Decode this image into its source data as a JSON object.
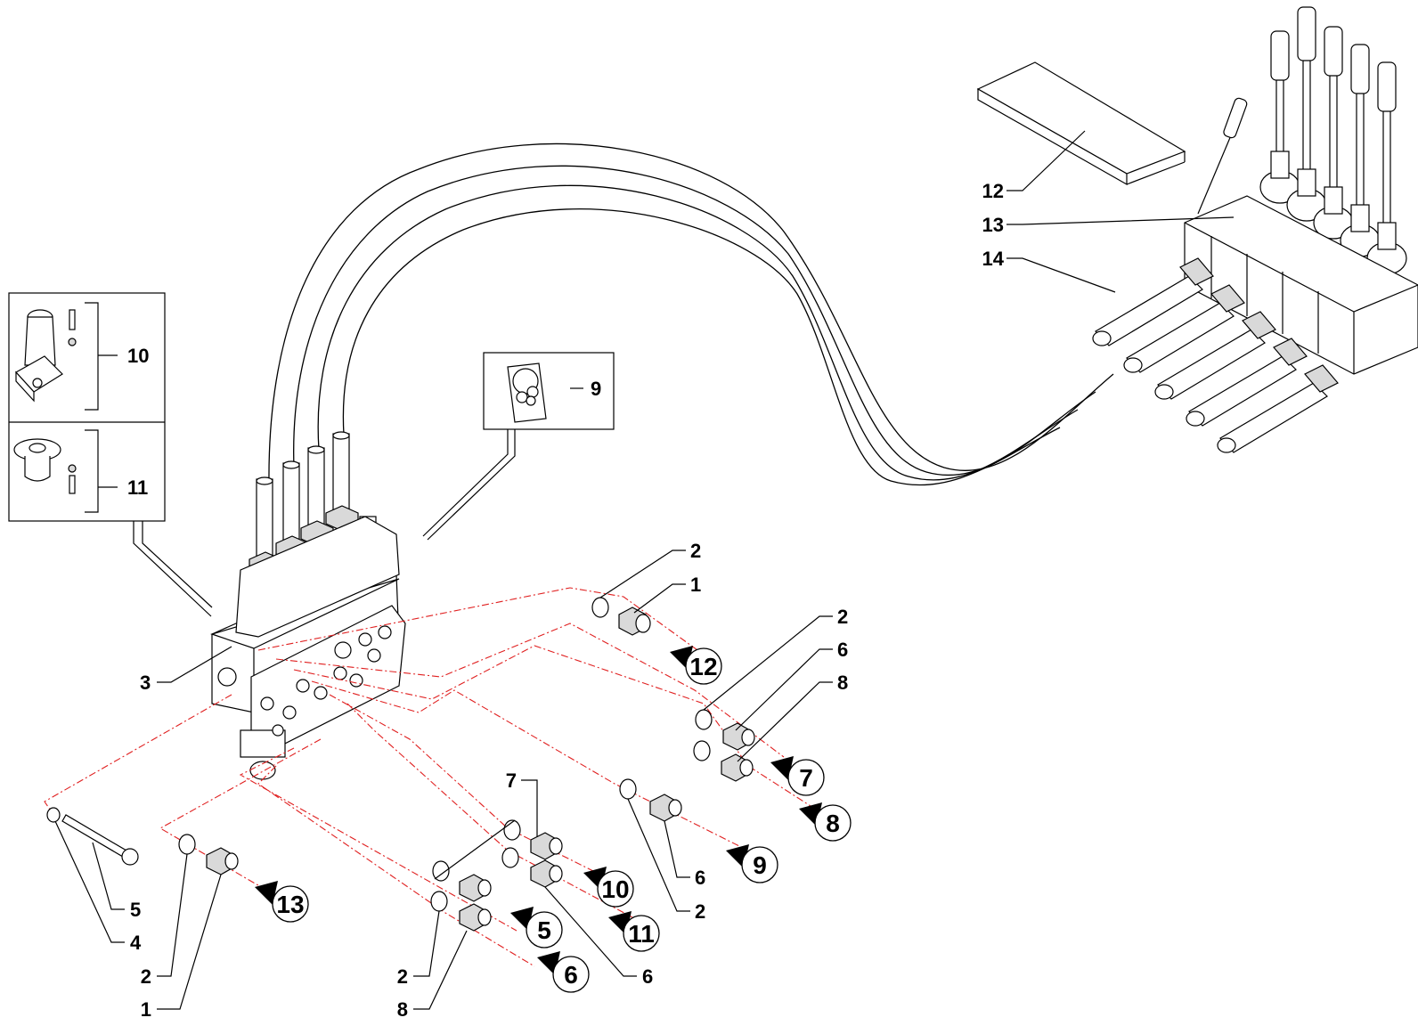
{
  "diagram": {
    "kind": "exploded-parts-view",
    "callouts": [
      {
        "id": "c-12",
        "label": "12"
      },
      {
        "id": "c-13",
        "label": "13"
      },
      {
        "id": "c-14",
        "label": "14"
      },
      {
        "id": "c-10",
        "label": "10"
      },
      {
        "id": "c-11",
        "label": "11"
      },
      {
        "id": "c-9",
        "label": "9"
      },
      {
        "id": "c-3",
        "label": "3"
      },
      {
        "id": "c-2a",
        "label": "2"
      },
      {
        "id": "c-1a",
        "label": "1"
      },
      {
        "id": "c-2b",
        "label": "2"
      },
      {
        "id": "c-6a",
        "label": "6"
      },
      {
        "id": "c-8a",
        "label": "8"
      },
      {
        "id": "c-7a",
        "label": "7"
      },
      {
        "id": "c-6b",
        "label": "6"
      },
      {
        "id": "c-2c",
        "label": "2"
      },
      {
        "id": "c-5",
        "label": "5"
      },
      {
        "id": "c-4",
        "label": "4"
      },
      {
        "id": "c-2d",
        "label": "2"
      },
      {
        "id": "c-1b",
        "label": "1"
      },
      {
        "id": "c-2e",
        "label": "2"
      },
      {
        "id": "c-8b",
        "label": "8"
      },
      {
        "id": "c-6c",
        "label": "6"
      }
    ],
    "port_markers": [
      {
        "id": "p-12",
        "label": "12"
      },
      {
        "id": "p-7",
        "label": "7"
      },
      {
        "id": "p-8",
        "label": "8"
      },
      {
        "id": "p-9",
        "label": "9"
      },
      {
        "id": "p-10",
        "label": "10"
      },
      {
        "id": "p-11",
        "label": "11"
      },
      {
        "id": "p-13",
        "label": "13"
      },
      {
        "id": "p-5",
        "label": "5"
      },
      {
        "id": "p-6",
        "label": "6"
      }
    ]
  }
}
